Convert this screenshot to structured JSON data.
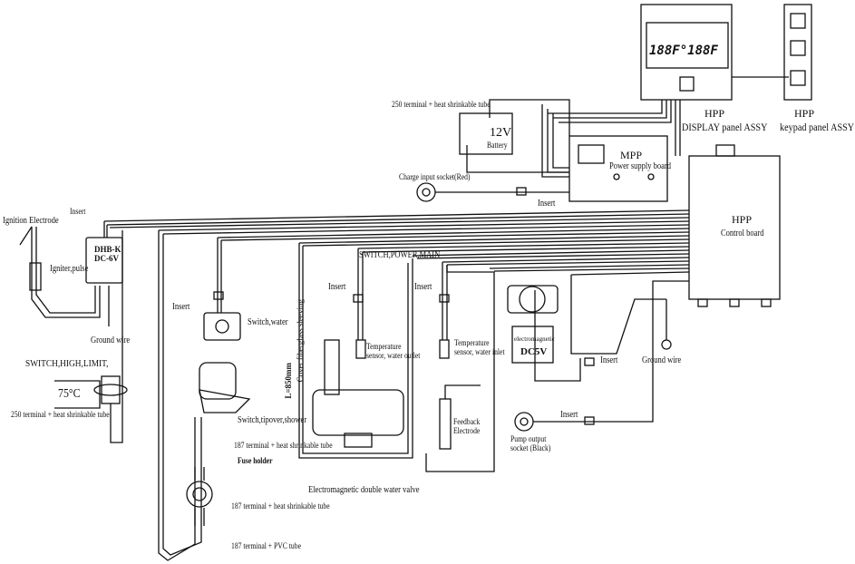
{
  "labels": {
    "ignition_electrode": "Ignition Electrode",
    "insert": "Insert",
    "ignitor_model": "DHB-K",
    "ignitor_voltage": "DC-6V",
    "igniter_pulse": "Igniter,pulse",
    "ground_wire": "Ground wire",
    "switch_high_limit": "SWITCH,HIGH,LIMIT,",
    "limit_temp": "75°C",
    "terminal_250": "250 terminal + heat shrinkable tube",
    "switch_water": "Switch,water",
    "switch_tipover": "Switch,tipover,shower",
    "terminal_187": "187 terminal + heat shrinkable tube",
    "fuse_holder": "Fuse holder",
    "terminal_187_pvc": "187 terminal + PVC tube",
    "fiberglass": "Cover fiberglass sleeving",
    "length": "L=850mm",
    "switch_power_main": "SWITCH,POWER,MAIN",
    "temp_outlet": "Temperature sensor, water outlet",
    "temp_inlet": "Temperature sensor, water inlet",
    "valve": "Electromagnetic double water valve",
    "feedback": "Feedback Electrode",
    "pump_name": "electromagnetic",
    "pump_voltage": "DC5V",
    "pump_output": "Pump output socket (Black)",
    "battery_voltage": "12V",
    "battery": "Battery",
    "mpp": "MPP",
    "mpp_board": "Power supply board",
    "charge_socket": "Charge input socket(Red)",
    "hpp": "HPP",
    "control_board": "Control board",
    "display_panel": "DISPLAY panel ASSY",
    "keypad_panel": "keypad panel ASSY",
    "display_readout": "188F°188F"
  }
}
